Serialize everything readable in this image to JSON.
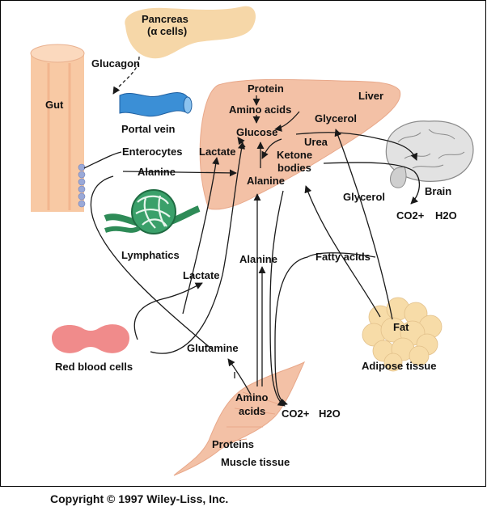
{
  "colors": {
    "organ": "#f3c1a6",
    "organ_edge": "#e8a88a",
    "pancreas": "#f6d7a8",
    "gut": "#f8c9a4",
    "portal_vein": "#3b8fd6",
    "lymphatics": "#2e8b57",
    "red_cell": "#f08b8b",
    "fat": "#f7dca8",
    "brain": "#d9d9d9",
    "frame": "#000000"
  },
  "labels": {
    "pancreas": "Pancreas",
    "alpha_cells": "(α cells)",
    "glucagon": "Glucagon",
    "gut": "Gut",
    "portal_vein": "Portal vein",
    "enterocytes": "Enterocytes",
    "alanine_gut": "Alanine",
    "lactate_top": "Lactate",
    "lymphatics": "Lymphatics",
    "lactate_mid": "Lactate",
    "red_blood_cells": "Red blood cells",
    "glutamine": "Glutamine",
    "liver": "Liver",
    "protein": "Protein",
    "amino_acids_liver": "Amino acids",
    "glucose": "Glucose",
    "glycerol_liver": "Glycerol",
    "urea": "Urea",
    "ketone": "Ketone",
    "bodies": "bodies",
    "alanine_liver": "Alanine",
    "brain": "Brain",
    "co2_brain": "CO2+",
    "h2o_brain": "H2O",
    "glycerol_right": "Glycerol",
    "alanine_muscle": "Alanine",
    "fatty_acids": "Fatty acids",
    "fat": "Fat",
    "adipose_tissue": "Adipose tissue",
    "amino": "Amino",
    "acids": "acids",
    "co2_muscle": "CO2+",
    "h2o_muscle": "H2O",
    "proteins": "Proteins",
    "muscle_tissue": "Muscle tissue"
  },
  "copyright": "Copyright © 1997 Wiley-Liss, Inc."
}
